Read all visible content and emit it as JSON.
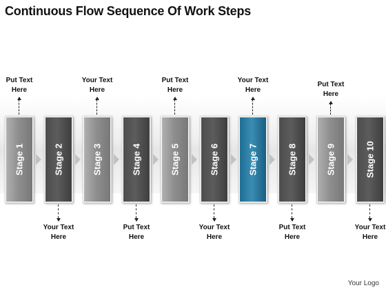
{
  "title": "Continuous Flow Sequence Of Work Steps",
  "logo": "Your Logo",
  "colors": {
    "light_box": "#8f8f8f",
    "dark_box": "#4c4c4c",
    "highlight_box": "#2a7ca4",
    "chevron": "#c2c2c2"
  },
  "stages": [
    {
      "label": "Stage 1",
      "tone": "light",
      "caption_pos": "top",
      "caption": [
        "Put Text",
        "Here"
      ]
    },
    {
      "label": "Stage 2",
      "tone": "dark",
      "caption_pos": "bottom",
      "caption": [
        "Your Text",
        "Here"
      ]
    },
    {
      "label": "Stage 3",
      "tone": "light",
      "caption_pos": "top",
      "caption": [
        "Your Text",
        "Here"
      ]
    },
    {
      "label": "Stage 4",
      "tone": "dark",
      "caption_pos": "bottom",
      "caption": [
        "Put Text",
        "Here"
      ]
    },
    {
      "label": "Stage 5",
      "tone": "light",
      "caption_pos": "top",
      "caption": [
        "Put Text",
        "Here"
      ]
    },
    {
      "label": "Stage 6",
      "tone": "dark",
      "caption_pos": "bottom",
      "caption": [
        "Your Text",
        "Here"
      ]
    },
    {
      "label": "Stage 7",
      "tone": "active",
      "caption_pos": "top",
      "caption": [
        "Your Text",
        "Here"
      ]
    },
    {
      "label": "Stage 8",
      "tone": "dark",
      "caption_pos": "bottom",
      "caption": [
        "Put Text",
        "Here"
      ]
    },
    {
      "label": "Stage 9",
      "tone": "light",
      "caption_pos": "top",
      "caption": [
        "Put Text",
        "Here"
      ]
    },
    {
      "label": "Stage 10",
      "tone": "dark",
      "caption_pos": "bottom",
      "caption": [
        "Your Text",
        "Here"
      ]
    }
  ]
}
